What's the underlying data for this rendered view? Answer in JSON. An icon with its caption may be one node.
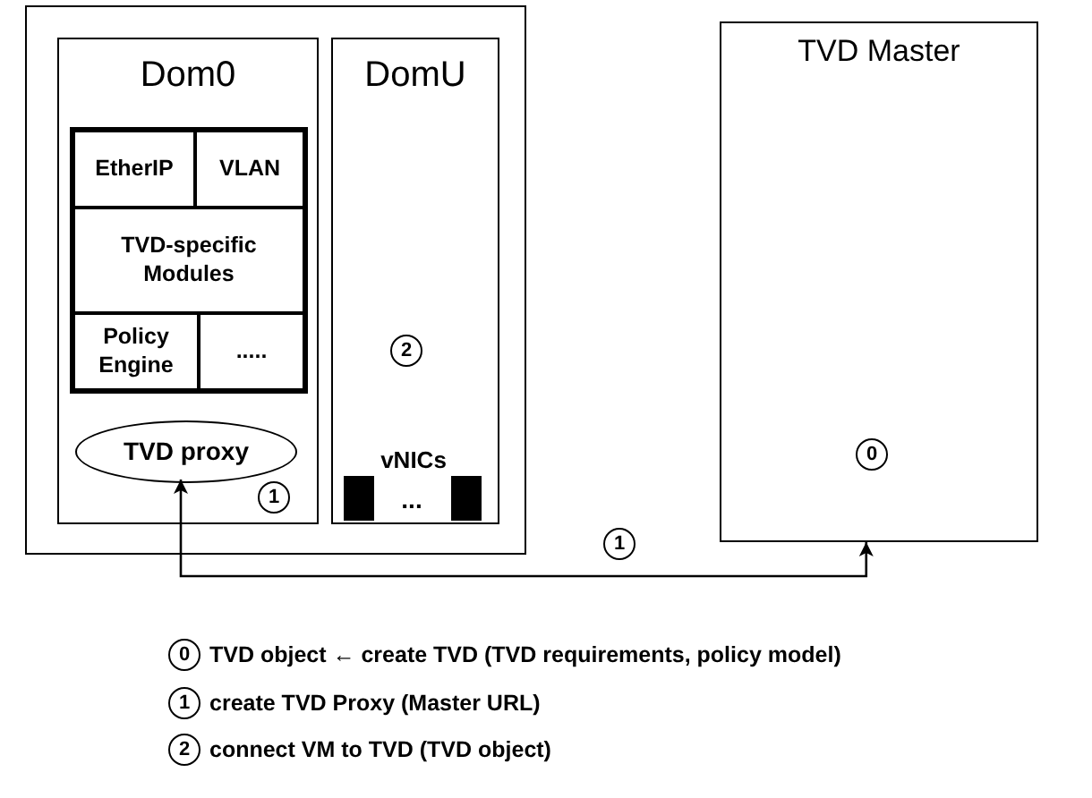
{
  "diagram": {
    "nodes": [
      {
        "text": [],
        "shape": "box"
      },
      {
        "text": [
          "Dom0"
        ],
        "in": 0
      },
      {
        "text": [],
        "shape": "box",
        "in": 1
      },
      {
        "text": [
          "EtherIP"
        ],
        "in": 2
      },
      {
        "text": [
          "VLAN"
        ],
        "in": 2
      },
      {
        "text": [
          "TVD-specific Modules"
        ],
        "in": 2
      },
      {
        "text": [
          "Policy Engine"
        ],
        "in": 2
      },
      {
        "text": [
          "....."
        ],
        "in": 2
      },
      {
        "text": [
          "TVD proxy"
        ],
        "in": 1
      },
      {
        "text": [
          "DomU"
        ],
        "in": 0
      },
      {
        "text": [
          "TVD Master"
        ]
      }
    ],
    "edges": [
      {
        "from": 8,
        "to": 10,
        "arrow": "both",
        "label": "1"
      }
    ],
    "labels": [
      "1",
      "2",
      "vNICs",
      "...",
      "0",
      "0",
      "TVD object ← create TVD (TVD requirements, policy model)",
      "1",
      "create TVD Proxy (Master URL)",
      "2",
      "connect VM to TVD (TVD object)"
    ]
  }
}
